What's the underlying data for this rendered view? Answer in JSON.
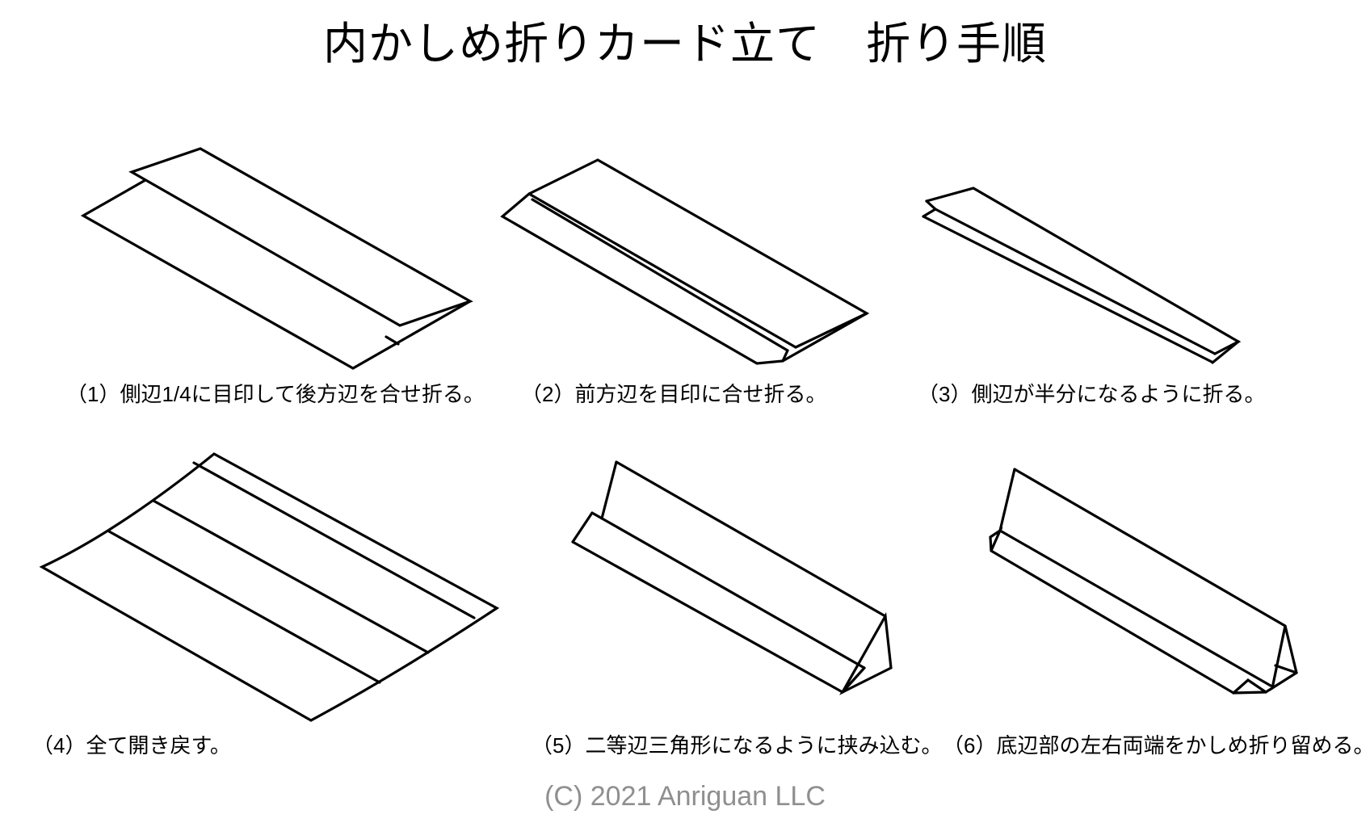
{
  "title": "内かしめ折りカード立て　折り手順",
  "steps": [
    {
      "number": 1,
      "caption": "（1）側辺1/4に目印して後方辺を合せ折る。",
      "figure": "strip-with-back-edge-folded-to-quarter-mark"
    },
    {
      "number": 2,
      "caption": "（2）前方辺を目印に合せ折る。",
      "figure": "strip-with-both-edges-folded-to-mark"
    },
    {
      "number": 3,
      "caption": "（3）側辺が半分になるように折る。",
      "figure": "strip-folded-in-half-lengthwise"
    },
    {
      "number": 4,
      "caption": "（4）全て開き戻す。",
      "figure": "sheet-unfolded-with-three-crease-lines"
    },
    {
      "number": 5,
      "caption": "（5）二等辺三角形になるように挟み込む。",
      "figure": "triangular-prism-card-stand"
    },
    {
      "number": 6,
      "caption": "（6）底辺部の左右両端をかしめ折り留める。",
      "figure": "triangular-prism-with-crimped-ends"
    }
  ],
  "footer": {
    "copyright": "(C) 2021 Anriguan LLC"
  },
  "colors": {
    "background": "#ffffff",
    "line": "#000000",
    "text": "#000000",
    "copyright_text": "#8f8f8f"
  }
}
